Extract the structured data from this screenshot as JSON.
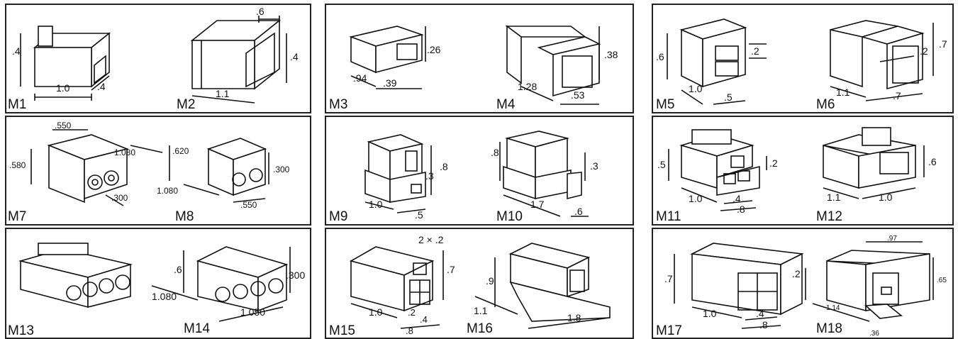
{
  "title": "",
  "connectors": [
    {
      "id": "M1",
      "dims": [
        ".4",
        "1.0",
        ".4"
      ]
    },
    {
      "id": "M2",
      "dims": [
        ".6",
        ".4",
        "1.1"
      ]
    },
    {
      "id": "M3",
      "dims": [
        ".26",
        ".94",
        ".39"
      ]
    },
    {
      "id": "M4",
      "dims": [
        ".38",
        "1.28",
        ".53"
      ]
    },
    {
      "id": "M5",
      "dims": [
        ".6",
        ".2",
        "1.0",
        ".5"
      ]
    },
    {
      "id": "M6",
      "dims": [
        ".2",
        ".7",
        "1.1",
        ".7"
      ]
    },
    {
      "id": "M7",
      "dims": [
        ".550",
        "1.080",
        ".580",
        ".300"
      ]
    },
    {
      "id": "M8",
      "dims": [
        ".620",
        "1.080",
        ".300",
        ".550"
      ]
    },
    {
      "id": "M9",
      "dims": [
        ".3",
        ".8",
        "1.0",
        ".5"
      ]
    },
    {
      "id": "M10",
      "dims": [
        ".8",
        ".3",
        "1.7",
        ".6"
      ]
    },
    {
      "id": "M11",
      "dims": [
        ".5",
        ".2",
        "1.0",
        ".4",
        ".8"
      ]
    },
    {
      "id": "M12",
      "dims": [
        ".6",
        "1.1",
        "1.0"
      ]
    },
    {
      "id": "M13",
      "dims": []
    },
    {
      "id": "M14",
      "dims": [
        ".6",
        ".300",
        "1.080",
        "1.050"
      ]
    },
    {
      "id": "M15",
      "dims": [
        "2 × .2",
        ".7",
        "1.0",
        ".2",
        ".4",
        ".8"
      ]
    },
    {
      "id": "M16",
      "dims": [
        ".9",
        "1.1",
        "1.8"
      ]
    },
    {
      "id": "M17",
      "dims": [
        ".7",
        ".2",
        "1.0",
        ".4",
        ".8"
      ]
    },
    {
      "id": "M18",
      "dims": [
        ".97",
        ".65",
        "1.14",
        ".36"
      ]
    }
  ]
}
